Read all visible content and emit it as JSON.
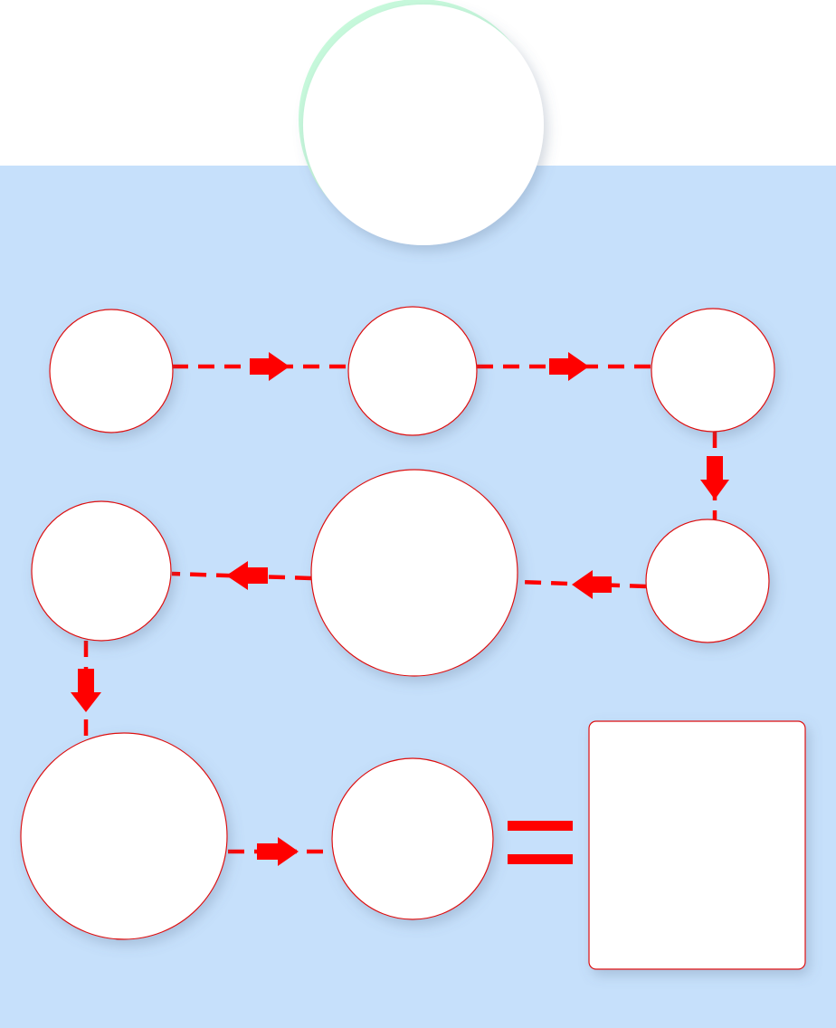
{
  "diagram": {
    "colors": {
      "background_top": "#ffffff",
      "panel": "#c6e0fb",
      "hub_accent": "#c8fadc",
      "node_fill": "#ffffff",
      "node_stroke": "#dd1111",
      "connector": "#ff0000"
    },
    "hub": {
      "label": ""
    },
    "nodes": [
      {
        "id": "n1",
        "label": ""
      },
      {
        "id": "n2",
        "label": ""
      },
      {
        "id": "n3",
        "label": ""
      },
      {
        "id": "n4",
        "label": ""
      },
      {
        "id": "n5",
        "label": ""
      },
      {
        "id": "n6",
        "label": ""
      },
      {
        "id": "n7",
        "label": ""
      },
      {
        "id": "n8",
        "label": ""
      }
    ],
    "result_box": {
      "label": ""
    },
    "connectors": [
      {
        "from": "n1",
        "to": "n2"
      },
      {
        "from": "n2",
        "to": "n3"
      },
      {
        "from": "n3",
        "to": "n4"
      },
      {
        "from": "n4",
        "to": "n5"
      },
      {
        "from": "n5",
        "to": "n6"
      },
      {
        "from": "n6",
        "to": "n7"
      },
      {
        "from": "n7",
        "to": "n8"
      }
    ],
    "equals_symbol": {
      "from": "n8",
      "to": "result_box"
    }
  }
}
